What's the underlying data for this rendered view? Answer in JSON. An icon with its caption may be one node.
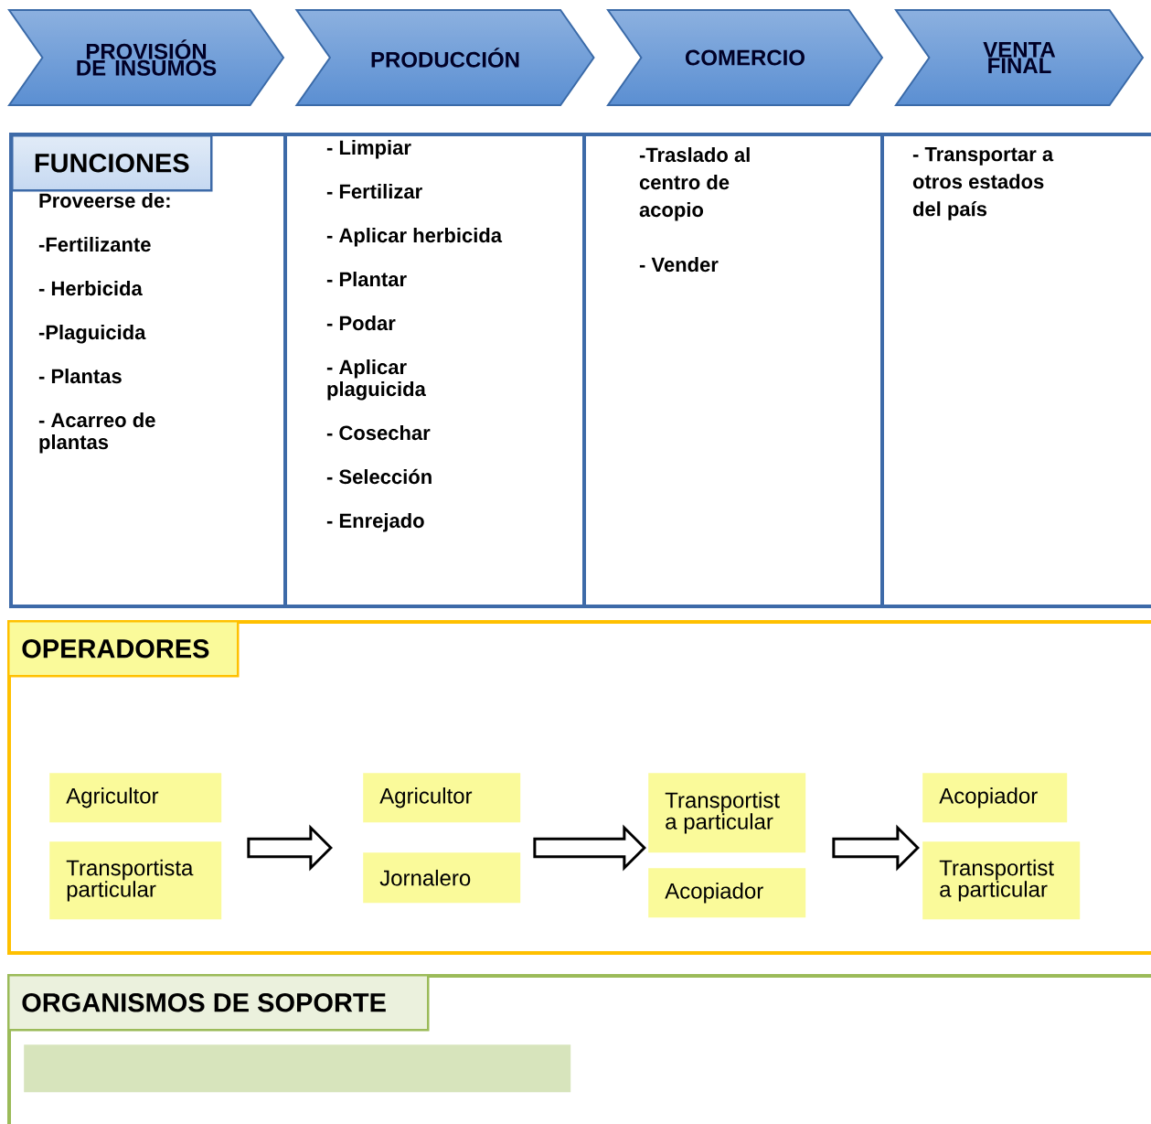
{
  "diagram": {
    "nodes": [
      {
        "text": [
          "PROVISIÓN DE INSUMOS"
        ]
      },
      {
        "text": [
          "PRODUCCIÓN"
        ]
      },
      {
        "text": [
          "COMERCIO"
        ]
      },
      {
        "text": [
          "VENTA FINAL"
        ]
      },
      {
        "text": [
          "FUNCIONES",
          "Proveerse de:",
          "-Fertilizante",
          "- Herbicida",
          "-Plaguicida",
          "- Plantas",
          "- Acarreo de plantas"
        ]
      },
      {
        "text": [
          "- Limpiar",
          "- Fertilizar",
          "- Aplicar herbicida",
          "- Plantar",
          "- Podar",
          "- Aplicar plaguicida",
          "- Cosechar",
          "- Selección",
          "- Enrejado"
        ]
      },
      {
        "text": [
          "-Traslado al centro de acopio",
          "- Vender"
        ]
      },
      {
        "text": [
          "- Transportar a otros estados del país"
        ]
      },
      {
        "text": [
          "OPERADORES"
        ]
      },
      {
        "text": [
          "Agricultor"
        ],
        "in": 8
      },
      {
        "text": [
          "Transportista particular"
        ],
        "in": 8
      },
      {
        "text": [],
        "shape": "arrow",
        "in": 8
      },
      {
        "text": [
          "Agricultor"
        ],
        "in": 8
      },
      {
        "text": [
          "Jornalero"
        ],
        "in": 8
      },
      {
        "text": [],
        "shape": "arrow",
        "in": 8
      },
      {
        "text": [
          "Transportist a particular"
        ],
        "in": 8
      },
      {
        "text": [
          "Acopiador"
        ],
        "in": 8
      },
      {
        "text": [],
        "shape": "arrow",
        "in": 8
      },
      {
        "text": [
          "Acopiador"
        ],
        "in": 8
      },
      {
        "text": [
          "Transportist a particular"
        ],
        "in": 8
      },
      {
        "text": [
          "ORGANISMOS DE SOPORTE"
        ]
      },
      {
        "text": [],
        "shape": "box",
        "in": 20
      }
    ]
  }
}
